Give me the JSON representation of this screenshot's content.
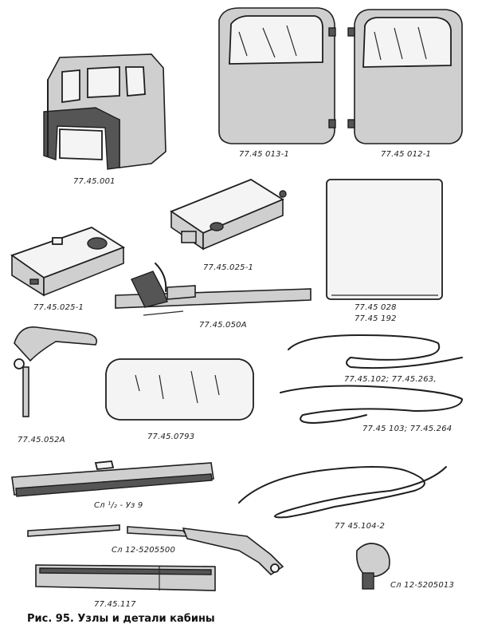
{
  "caption": "Рис. 95. Узлы и детали кабины",
  "labels": {
    "cab": "77.45.001",
    "door_left": "77.45 013-1",
    "door_right": "77.45 012-1",
    "lock_upper": "77.45.025-1",
    "lock_lower": "77.45.025-1",
    "panel_line1": "77.45 028",
    "panel_line2": "77.45 192",
    "window_lift": "77.45.050А",
    "handle": "77.45.052А",
    "glass": "77.45.0793",
    "seal_upper": "77.45.102; 77.45.263,",
    "seal_lower": "77.45 103; 77.45.264",
    "guide_rail": "Сл ¹/₂ - Уз 9",
    "hose": "77 45.104-2",
    "wiper_arm": "Сл 12-5205500",
    "channel": "77.45.117",
    "knob": "Сл 12-5205013"
  },
  "colors": {
    "ink": "#1e1e1e",
    "shade": "#cfcfcf",
    "dark": "#555555",
    "paper": "#ffffff"
  }
}
